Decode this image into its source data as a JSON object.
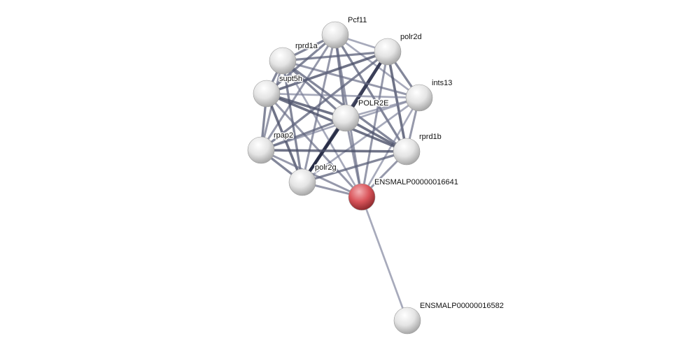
{
  "network": {
    "nodes": [
      {
        "id": "pcf11",
        "label": "Pcf11",
        "color": "#e0e0e0"
      },
      {
        "id": "polr2d",
        "label": "polr2d",
        "color": "#e0e0e0"
      },
      {
        "id": "rprd1a",
        "label": "rprd1a",
        "color": "#e0e0e0"
      },
      {
        "id": "ints13",
        "label": "ints13",
        "color": "#e0e0e0"
      },
      {
        "id": "supt5h",
        "label": "supt5h",
        "color": "#e0e0e0"
      },
      {
        "id": "polr2e",
        "label": "POLR2E",
        "color": "#e0e0e0"
      },
      {
        "id": "rpap2",
        "label": "rpap2",
        "color": "#e0e0e0"
      },
      {
        "id": "rprd1b",
        "label": "rprd1b",
        "color": "#e0e0e0"
      },
      {
        "id": "polr2g",
        "label": "polr2g",
        "color": "#e0e0e0"
      },
      {
        "id": "q641",
        "label": "ENSMALP00000016641",
        "color": "#d9545a"
      },
      {
        "id": "q582",
        "label": "ENSMALP00000016582",
        "color": "#e0e0e0"
      }
    ],
    "edges": [
      [
        "pcf11",
        "polr2d",
        0.4
      ],
      [
        "pcf11",
        "rprd1a",
        0.6
      ],
      [
        "pcf11",
        "ints13",
        0.4
      ],
      [
        "pcf11",
        "supt5h",
        0.6
      ],
      [
        "pcf11",
        "polr2e",
        0.6
      ],
      [
        "pcf11",
        "rpap2",
        0.5
      ],
      [
        "pcf11",
        "rprd1b",
        0.6
      ],
      [
        "pcf11",
        "polr2g",
        0.5
      ],
      [
        "pcf11",
        "q641",
        0.5
      ],
      [
        "polr2d",
        "rprd1a",
        0.6
      ],
      [
        "polr2d",
        "ints13",
        0.6
      ],
      [
        "polr2d",
        "supt5h",
        0.7
      ],
      [
        "polr2d",
        "polr2e",
        0.95
      ],
      [
        "polr2d",
        "rpap2",
        0.6
      ],
      [
        "polr2d",
        "rprd1b",
        0.7
      ],
      [
        "polr2d",
        "polr2g",
        0.8
      ],
      [
        "polr2d",
        "q641",
        0.5
      ],
      [
        "rprd1a",
        "ints13",
        0.5
      ],
      [
        "rprd1a",
        "supt5h",
        0.6
      ],
      [
        "rprd1a",
        "polr2e",
        0.6
      ],
      [
        "rprd1a",
        "rpap2",
        0.5
      ],
      [
        "rprd1a",
        "rprd1b",
        0.6
      ],
      [
        "rprd1a",
        "polr2g",
        0.6
      ],
      [
        "rprd1a",
        "q641",
        0.4
      ],
      [
        "ints13",
        "supt5h",
        0.4
      ],
      [
        "ints13",
        "polr2e",
        0.4
      ],
      [
        "ints13",
        "rpap2",
        0.4
      ],
      [
        "ints13",
        "rprd1b",
        0.5
      ],
      [
        "ints13",
        "polr2g",
        0.4
      ],
      [
        "ints13",
        "q641",
        0.4
      ],
      [
        "supt5h",
        "polr2e",
        0.7
      ],
      [
        "supt5h",
        "rpap2",
        0.6
      ],
      [
        "supt5h",
        "rprd1b",
        0.7
      ],
      [
        "supt5h",
        "polr2g",
        0.7
      ],
      [
        "supt5h",
        "q641",
        0.5
      ],
      [
        "polr2e",
        "rpap2",
        0.6
      ],
      [
        "polr2e",
        "rprd1b",
        0.7
      ],
      [
        "polr2e",
        "polr2g",
        0.95
      ],
      [
        "polr2e",
        "q641",
        0.5
      ],
      [
        "rpap2",
        "rprd1b",
        0.7
      ],
      [
        "rpap2",
        "polr2g",
        0.6
      ],
      [
        "rpap2",
        "q641",
        0.5
      ],
      [
        "rprd1b",
        "polr2g",
        0.6
      ],
      [
        "rprd1b",
        "q641",
        0.5
      ],
      [
        "polr2g",
        "q641",
        0.5
      ],
      [
        "q641",
        "q582",
        0.4
      ]
    ]
  }
}
